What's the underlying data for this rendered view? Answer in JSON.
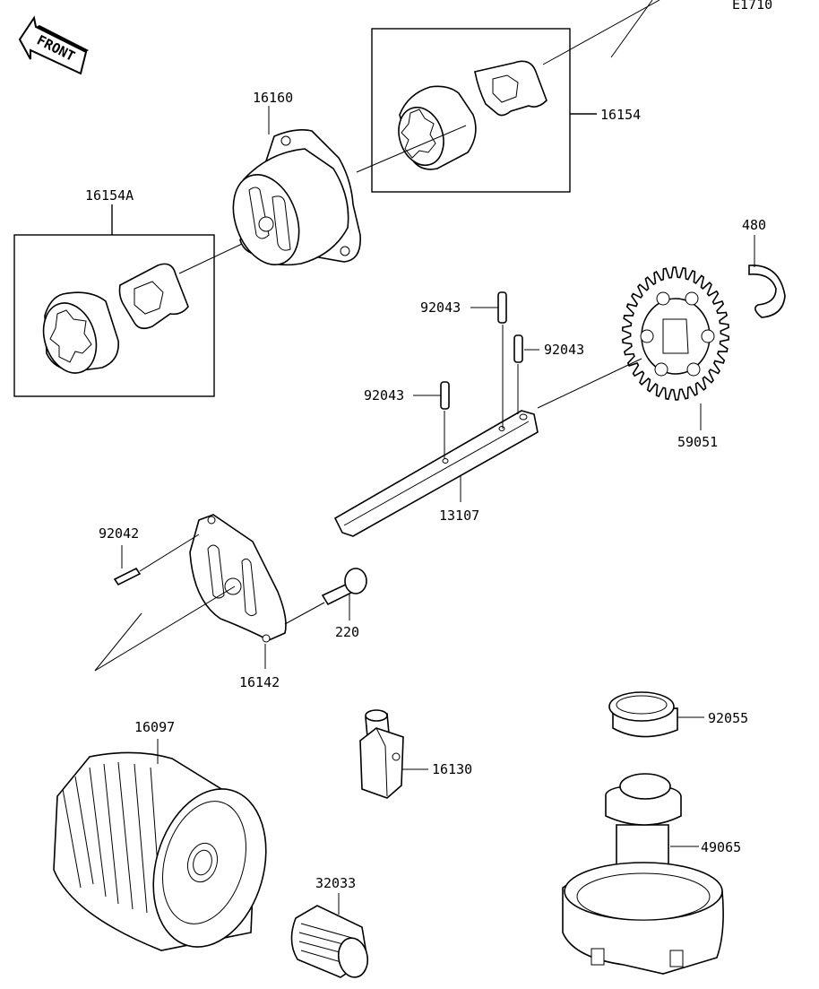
{
  "diagram_code": "E1710",
  "front_label": "FRONT",
  "callouts": [
    {
      "id": "16160",
      "label": "16160"
    },
    {
      "id": "16154",
      "label": "16154"
    },
    {
      "id": "16154A",
      "label": "16154A"
    },
    {
      "id": "480",
      "label": "480"
    },
    {
      "id": "92043a",
      "label": "92043"
    },
    {
      "id": "92043b",
      "label": "92043"
    },
    {
      "id": "92043c",
      "label": "92043"
    },
    {
      "id": "59051",
      "label": "59051"
    },
    {
      "id": "13107",
      "label": "13107"
    },
    {
      "id": "92042",
      "label": "92042"
    },
    {
      "id": "220",
      "label": "220"
    },
    {
      "id": "16142",
      "label": "16142"
    },
    {
      "id": "16097",
      "label": "16097"
    },
    {
      "id": "16130",
      "label": "16130"
    },
    {
      "id": "92055",
      "label": "92055"
    },
    {
      "id": "49065",
      "label": "49065"
    },
    {
      "id": "32033",
      "label": "32033"
    }
  ]
}
